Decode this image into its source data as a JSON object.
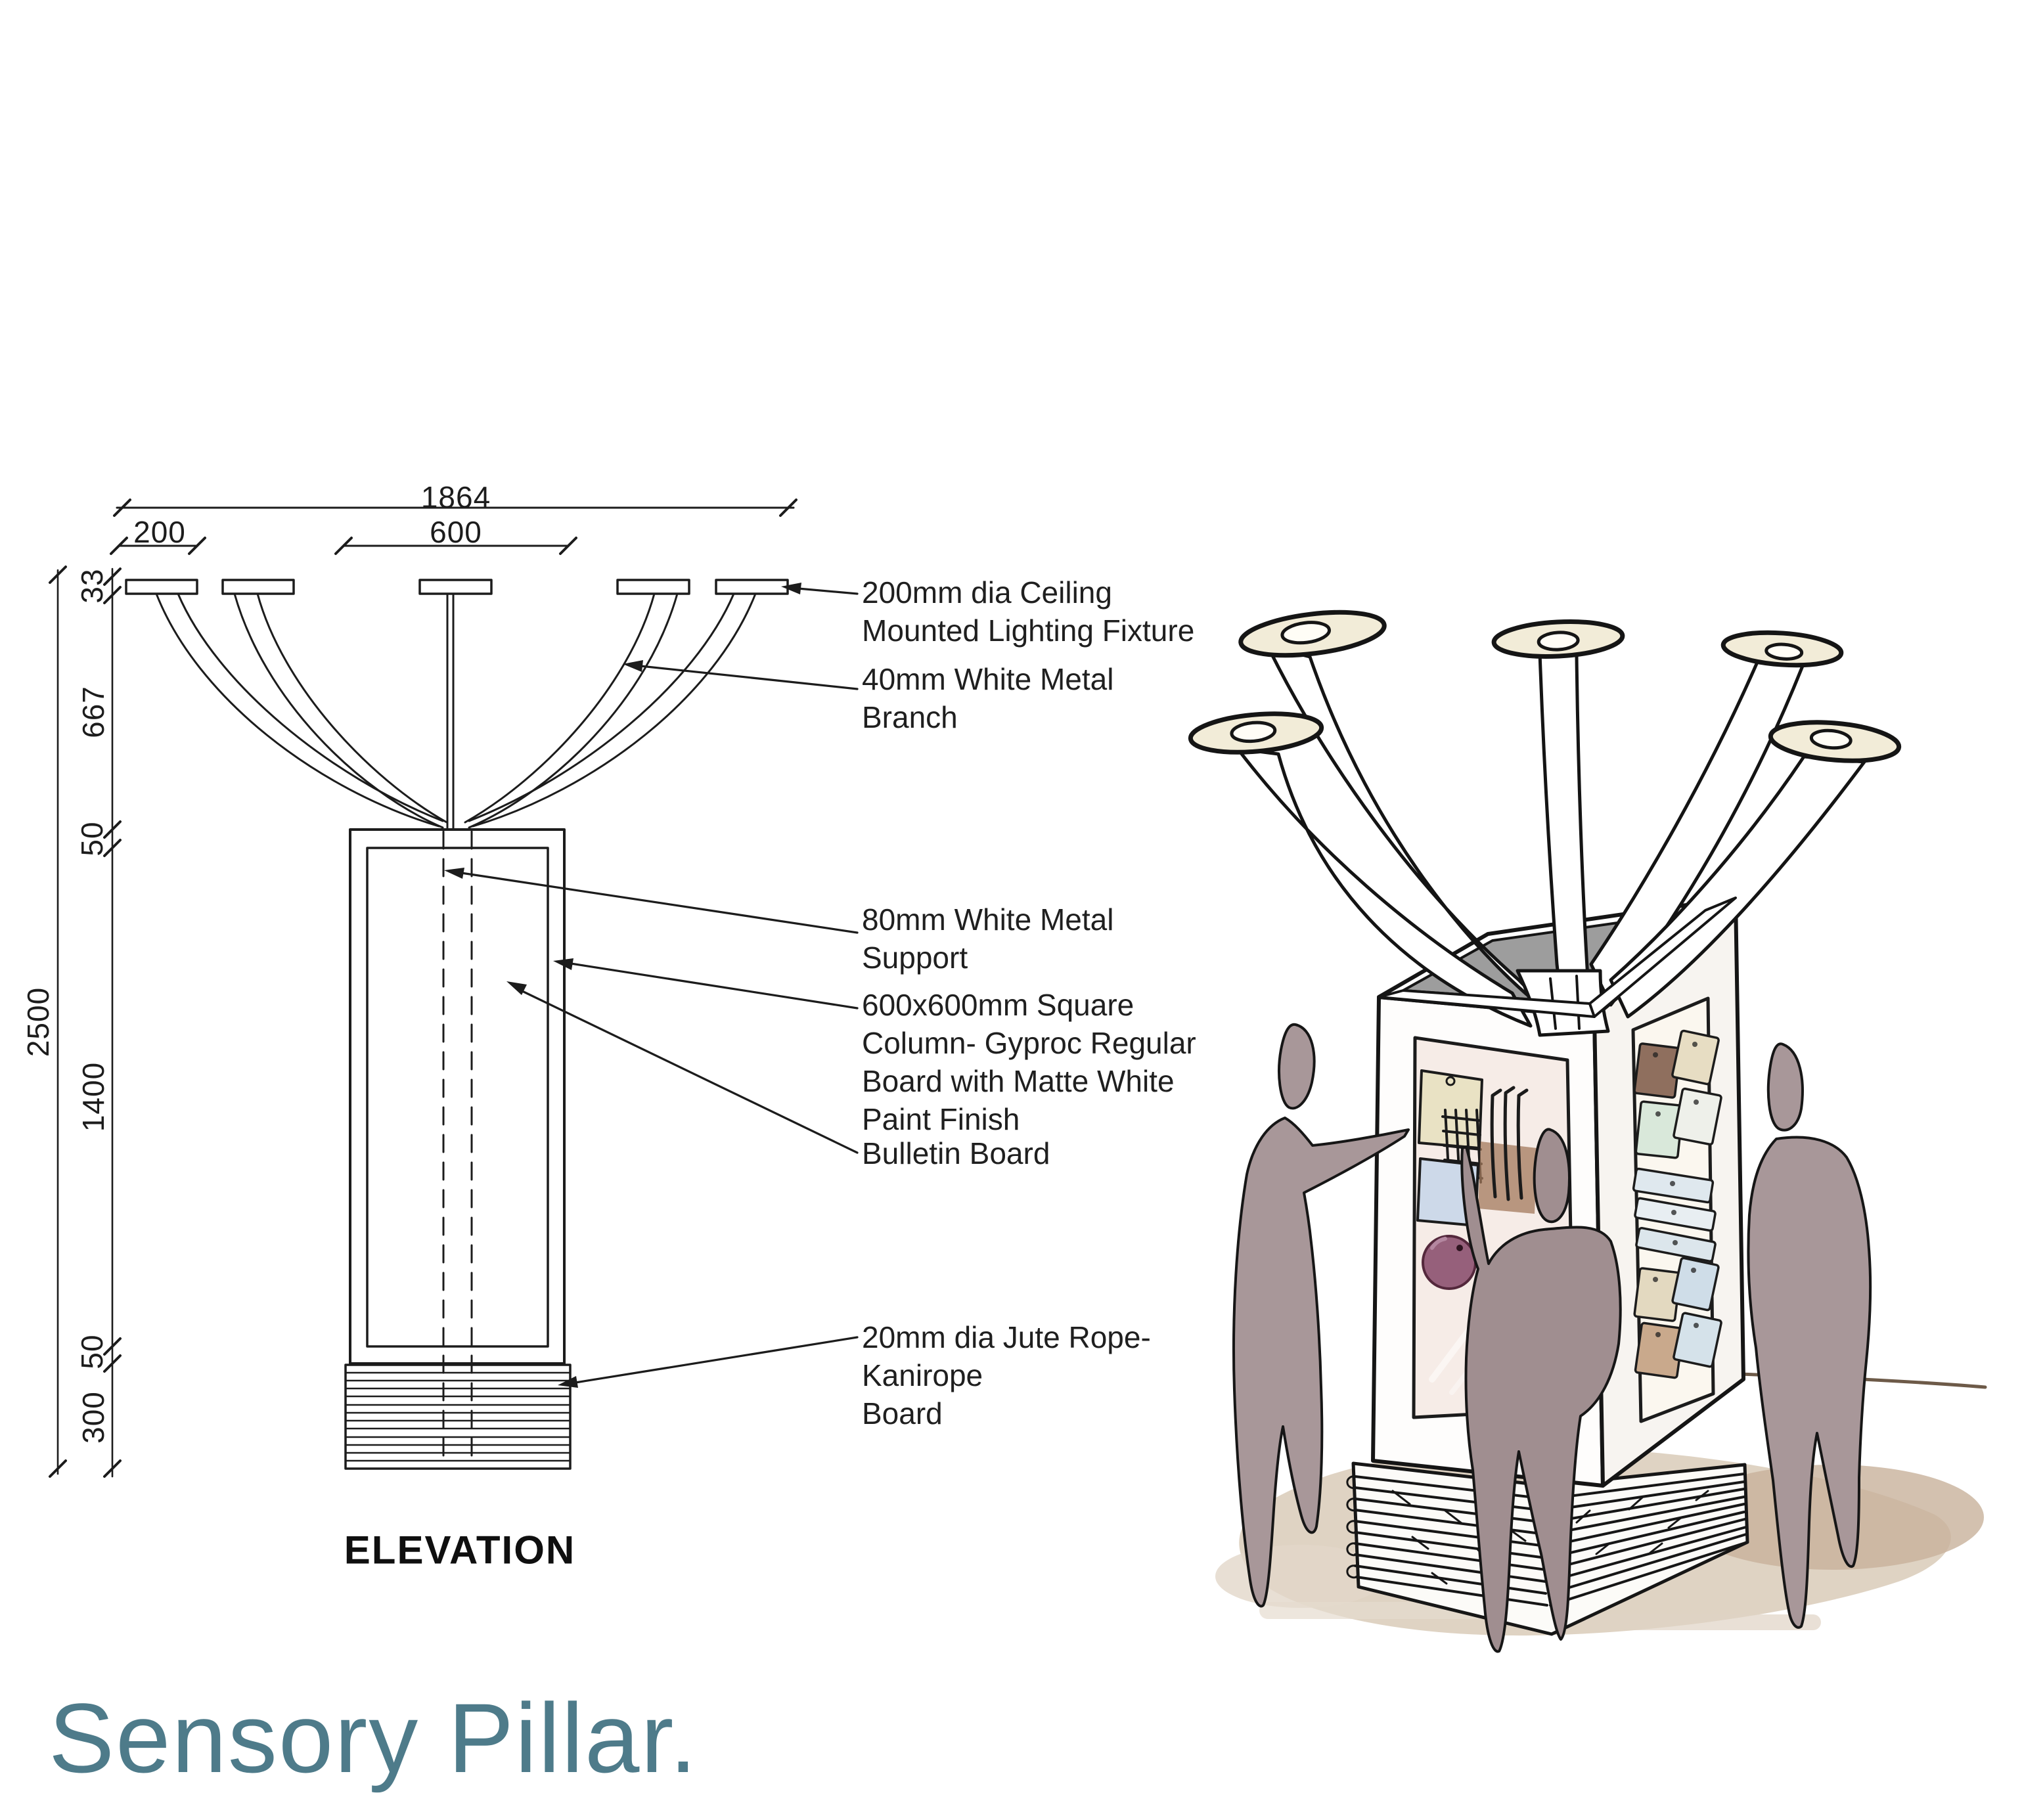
{
  "title": "Sensory Pillar.",
  "view_label": "ELEVATION",
  "dims": {
    "overall_width": "1864",
    "fixture_dia": "200",
    "column_width": "600",
    "fixture_thickness": "33",
    "branch_height": "667",
    "gap_top": "50",
    "board_height": "1400",
    "gap_bottom": "50",
    "base_height": "300",
    "total_height": "2500"
  },
  "annotations": [
    {
      "id": "ceiling-fixture",
      "text": "200mm dia Ceiling\nMounted Lighting Fixture"
    },
    {
      "id": "metal-branch",
      "text": "40mm White Metal\nBranch"
    },
    {
      "id": "metal-support",
      "text": "80mm White Metal\nSupport"
    },
    {
      "id": "square-column",
      "text": "600x600mm Square\nColumn- Gyproc Regular\nBoard with Matte White\nPaint Finish"
    },
    {
      "id": "bulletin-board",
      "text": "Bulletin Board"
    },
    {
      "id": "jute-rope",
      "text": "20mm dia Jute Rope-\nKanirope\nBoard"
    }
  ],
  "colors": {
    "title_teal": "#4e7b8a",
    "line_ink": "#1c1c1c",
    "sketch_ink": "#161616",
    "figure_mauve": "#a89799",
    "disc_cream": "#f2ecd8",
    "board_blush": "#f6ece7",
    "ground_tan": "#d9cbb9"
  }
}
